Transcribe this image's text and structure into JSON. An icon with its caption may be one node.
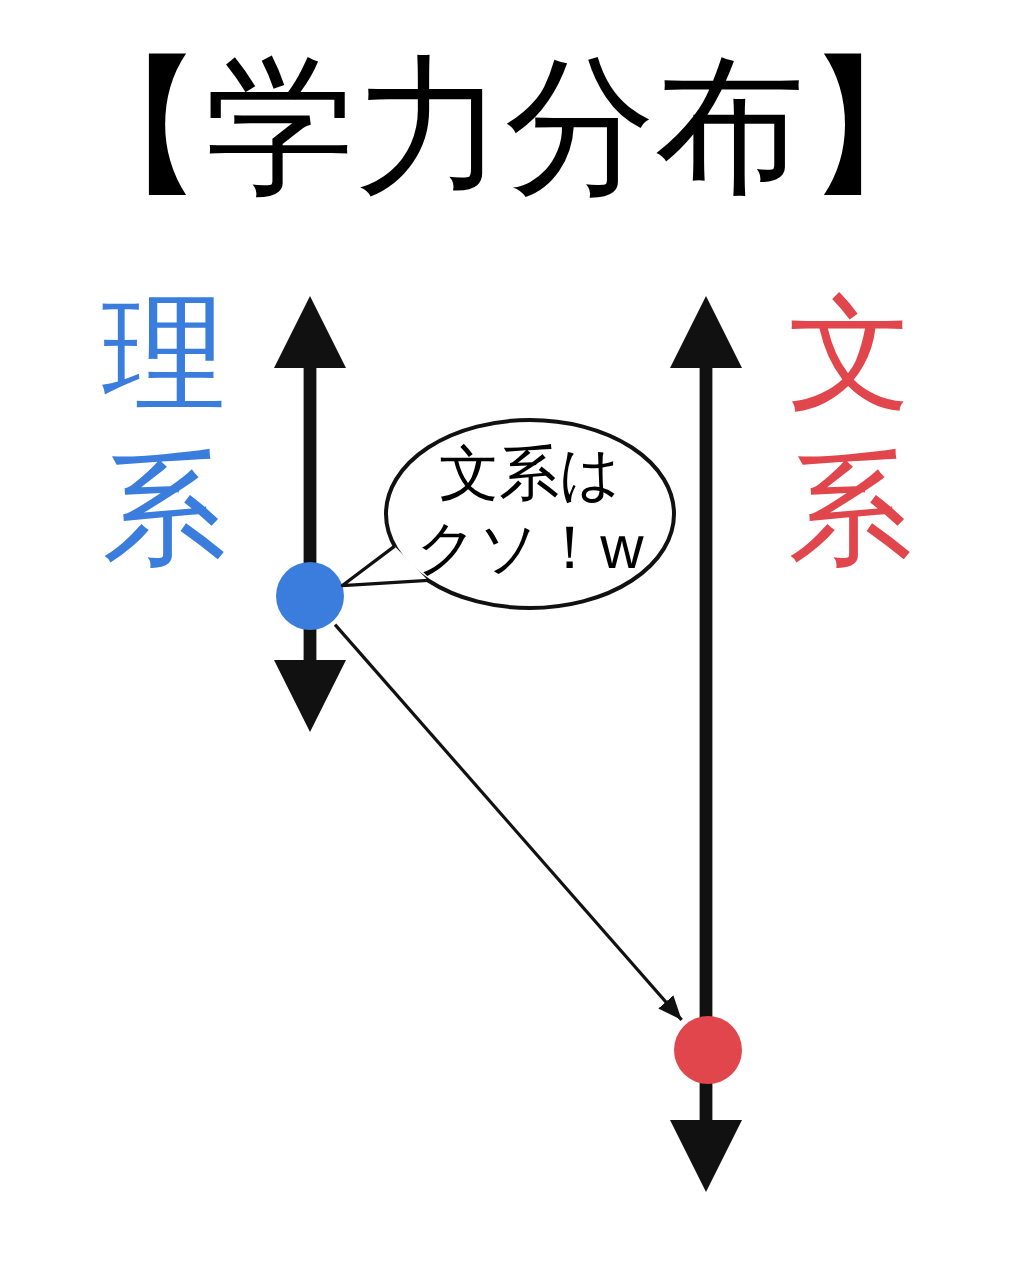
{
  "diagram": {
    "title": "【学力分布】",
    "nodes": [
      {
        "text": [
          "文系はクソ！w"
        ]
      },
      {
        "text": [],
        "shape": "circle"
      },
      {
        "text": [],
        "shape": "circle"
      }
    ],
    "edges": [
      {
        "from": 0,
        "to": 1,
        "arrow": "none"
      },
      {
        "from": 1,
        "to": 2,
        "arrow": "to"
      }
    ],
    "labels": [
      "理系",
      "文系"
    ]
  }
}
